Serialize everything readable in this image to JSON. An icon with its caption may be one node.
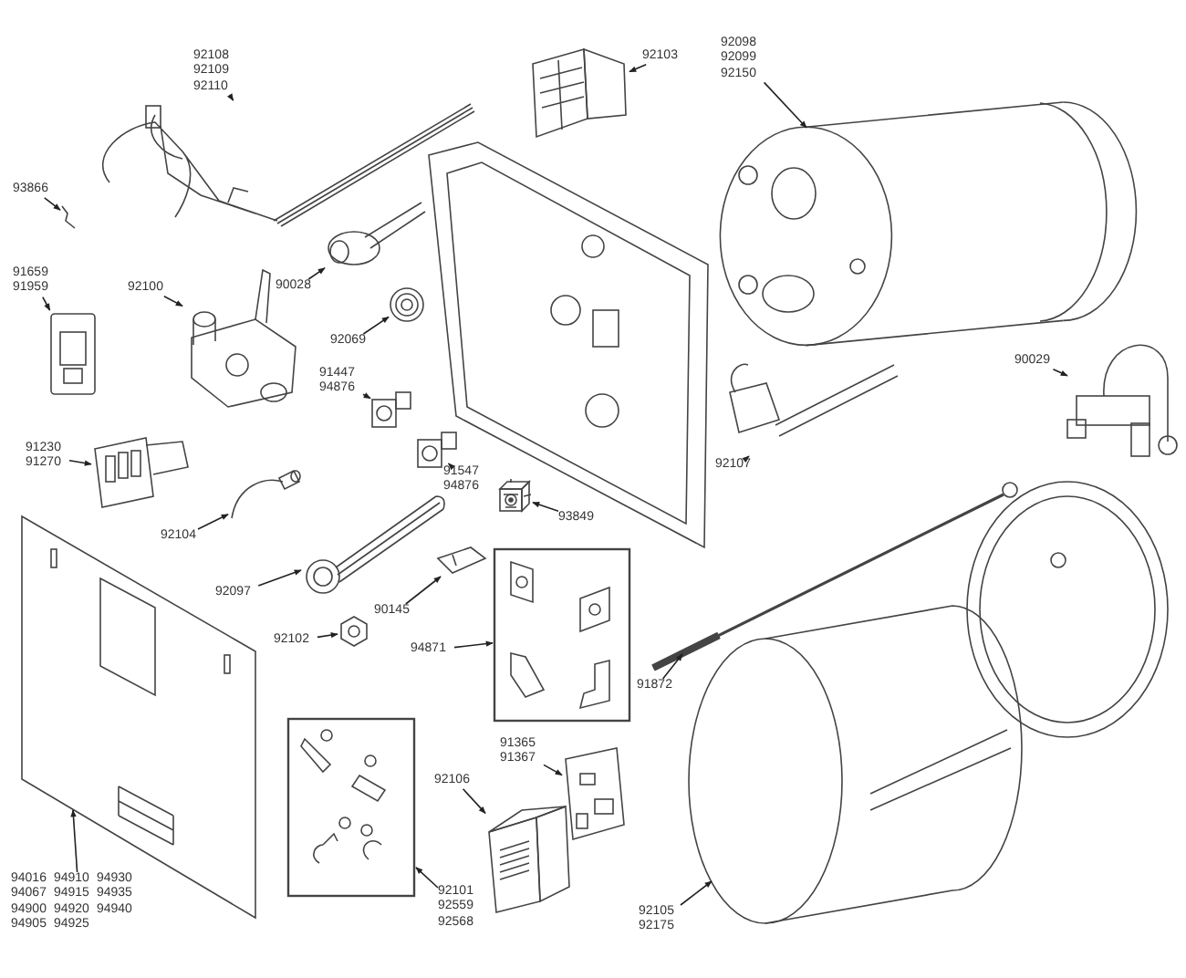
{
  "diagram": {
    "nodes": [
      {
        "text": [
          "92108 92109 92110"
        ]
      },
      {
        "text": [],
        "shape": "picture"
      },
      {
        "text": [
          "93866"
        ]
      },
      {
        "text": [],
        "shape": "picture"
      },
      {
        "text": [
          "91659 91959"
        ]
      },
      {
        "text": [],
        "shape": "picture"
      },
      {
        "text": [
          "92100"
        ]
      },
      {
        "text": [],
        "shape": "picture"
      },
      {
        "text": [
          "90028"
        ]
      },
      {
        "text": [],
        "shape": "picture"
      },
      {
        "text": [
          "92069"
        ]
      },
      {
        "text": [],
        "shape": "picture"
      },
      {
        "text": [
          "91447 94876"
        ]
      },
      {
        "text": [],
        "shape": "picture"
      },
      {
        "text": [
          "91547 94876"
        ]
      },
      {
        "text": [],
        "shape": "picture"
      },
      {
        "text": [
          "91230 91270"
        ]
      },
      {
        "text": [],
        "shape": "picture"
      },
      {
        "text": [
          "92103"
        ]
      },
      {
        "text": [],
        "shape": "picture"
      },
      {
        "text": [
          "92098 92099 92150"
        ]
      },
      {
        "text": [],
        "shape": "picture"
      },
      {
        "text": [
          "90029"
        ]
      },
      {
        "text": [],
        "shape": "picture"
      },
      {
        "text": [
          "92107"
        ]
      },
      {
        "text": [],
        "shape": "picture"
      },
      {
        "text": [
          "93849"
        ]
      },
      {
        "text": [],
        "shape": "picture"
      },
      {
        "text": [
          "92104"
        ]
      },
      {
        "text": [],
        "shape": "picture"
      },
      {
        "text": [
          "92097"
        ]
      },
      {
        "text": [],
        "shape": "picture"
      },
      {
        "text": [
          "90145"
        ]
      },
      {
        "text": [],
        "shape": "picture"
      },
      {
        "text": [
          "92102"
        ]
      },
      {
        "text": [],
        "shape": "picture"
      },
      {
        "text": [
          "94871"
        ]
      },
      {
        "text": [],
        "shape": "picture"
      },
      {
        "text": [
          "91365 91367"
        ]
      },
      {
        "text": [],
        "shape": "picture"
      },
      {
        "text": [
          "92106"
        ]
      },
      {
        "text": [],
        "shape": "picture"
      },
      {
        "text": [
          "92101 92559 92568"
        ]
      },
      {
        "text": [],
        "shape": "picture"
      },
      {
        "text": [
          "94016",
          "94910",
          "94930",
          "94067",
          "94915",
          "94935",
          "94900",
          "94920",
          "94940",
          "94905",
          "94925"
        ]
      },
      {
        "text": [],
        "shape": "picture"
      },
      {
        "text": [
          "91872"
        ]
      },
      {
        "text": [],
        "shape": "picture"
      },
      {
        "text": [
          "92105 92175"
        ]
      },
      {
        "text": [],
        "shape": "picture"
      }
    ],
    "edges": [
      {
        "from": 0,
        "to": 1,
        "arrow": "to"
      },
      {
        "from": 2,
        "to": 3,
        "arrow": "to"
      },
      {
        "from": 4,
        "to": 5,
        "arrow": "to"
      },
      {
        "from": 6,
        "to": 7,
        "arrow": "to"
      },
      {
        "from": 8,
        "to": 9,
        "arrow": "to"
      },
      {
        "from": 10,
        "to": 11,
        "arrow": "to"
      },
      {
        "from": 12,
        "to": 13,
        "arrow": "to"
      },
      {
        "from": 14,
        "to": 15,
        "arrow": "to"
      },
      {
        "from": 16,
        "to": 17,
        "arrow": "to"
      },
      {
        "from": 18,
        "to": 19,
        "arrow": "to"
      },
      {
        "from": 20,
        "to": 21,
        "arrow": "to"
      },
      {
        "from": 22,
        "to": 23,
        "arrow": "to"
      },
      {
        "from": 24,
        "to": 25,
        "arrow": "to"
      },
      {
        "from": 26,
        "to": 27,
        "arrow": "to"
      },
      {
        "from": 28,
        "to": 29,
        "arrow": "to"
      },
      {
        "from": 30,
        "to": 31,
        "arrow": "to"
      },
      {
        "from": 32,
        "to": 33,
        "arrow": "to"
      },
      {
        "from": 34,
        "to": 35,
        "arrow": "to"
      },
      {
        "from": 36,
        "to": 37,
        "arrow": "to"
      },
      {
        "from": 38,
        "to": 39,
        "arrow": "to"
      },
      {
        "from": 40,
        "to": 41,
        "arrow": "to"
      },
      {
        "from": 42,
        "to": 43,
        "arrow": "to"
      },
      {
        "from": 44,
        "to": 45,
        "arrow": "to"
      },
      {
        "from": 46,
        "to": 47,
        "arrow": "to"
      },
      {
        "from": 48,
        "to": 49,
        "arrow": "to"
      }
    ]
  }
}
